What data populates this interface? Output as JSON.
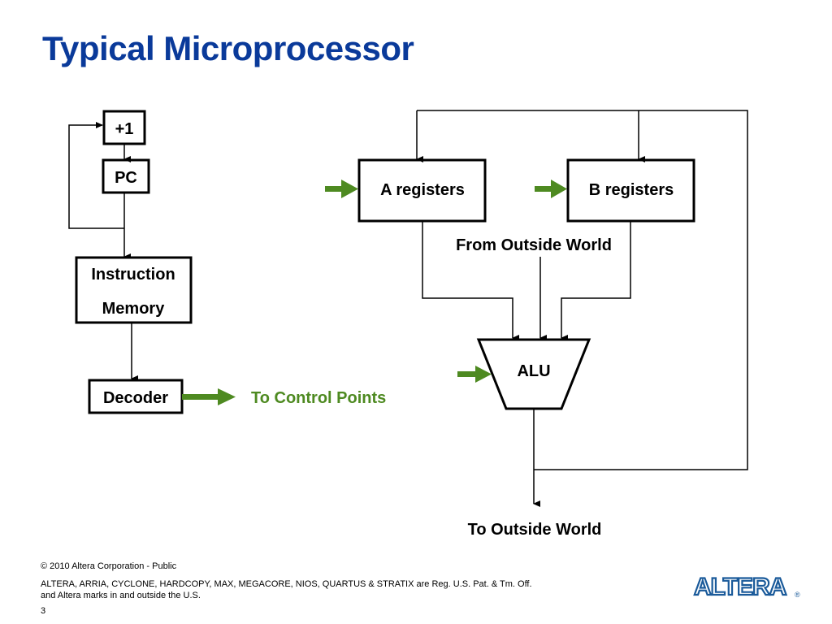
{
  "slide": {
    "title": "Typical Microprocessor",
    "page_number": "3"
  },
  "diagram": {
    "blocks": {
      "plus_one": "+1",
      "pc": "PC",
      "instruction_memory_line1": "Instruction",
      "instruction_memory_line2": "Memory",
      "decoder": "Decoder",
      "a_registers": "A registers",
      "b_registers": "B registers",
      "alu": "ALU"
    },
    "labels": {
      "to_control_points": "To Control Points",
      "from_outside_world": "From Outside World",
      "to_outside_world": "To Outside World"
    },
    "colors": {
      "title": "#0a3a9a",
      "control_arrow": "#4e8a21",
      "line": "#000000",
      "logo": "#1a5a9a"
    }
  },
  "footer": {
    "copyright": "© 2010 Altera Corporation - Public",
    "trademark_line1": "ALTERA, ARRIA, CYCLONE, HARDCOPY, MAX, MEGACORE, NIOS, QUARTUS & STRATIX are Reg. U.S. Pat. & Tm. Off.",
    "trademark_line2": "and Altera marks in and outside the U.S.",
    "logo_text": "ALTERA",
    "logo_mark": "®"
  }
}
